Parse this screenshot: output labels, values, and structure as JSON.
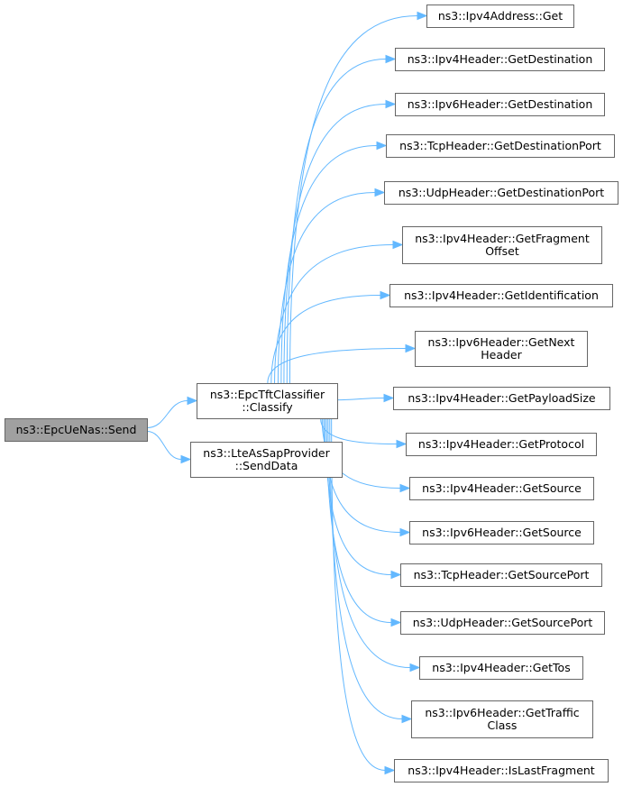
{
  "graph": {
    "root": {
      "id": "send",
      "label": [
        "ns3::EpcUeNas::Send"
      ]
    },
    "level1": [
      {
        "id": "classify",
        "label": [
          "ns3::EpcTftClassifier",
          "::Classify"
        ]
      },
      {
        "id": "senddata",
        "label": [
          "ns3::LteAsSapProvider",
          "::SendData"
        ]
      }
    ],
    "level2": [
      {
        "id": "n01",
        "label": [
          "ns3::Ipv4Address::Get"
        ]
      },
      {
        "id": "n02",
        "label": [
          "ns3::Ipv4Header::GetDestination"
        ]
      },
      {
        "id": "n03",
        "label": [
          "ns3::Ipv6Header::GetDestination"
        ]
      },
      {
        "id": "n04",
        "label": [
          "ns3::TcpHeader::GetDestinationPort"
        ]
      },
      {
        "id": "n05",
        "label": [
          "ns3::UdpHeader::GetDestinationPort"
        ]
      },
      {
        "id": "n06",
        "label": [
          "ns3::Ipv4Header::GetFragment",
          "Offset"
        ]
      },
      {
        "id": "n07",
        "label": [
          "ns3::Ipv4Header::GetIdentification"
        ]
      },
      {
        "id": "n08",
        "label": [
          "ns3::Ipv6Header::GetNext",
          "Header"
        ]
      },
      {
        "id": "n09",
        "label": [
          "ns3::Ipv4Header::GetPayloadSize"
        ]
      },
      {
        "id": "n10",
        "label": [
          "ns3::Ipv4Header::GetProtocol"
        ]
      },
      {
        "id": "n11",
        "label": [
          "ns3::Ipv4Header::GetSource"
        ]
      },
      {
        "id": "n12",
        "label": [
          "ns3::Ipv6Header::GetSource"
        ]
      },
      {
        "id": "n13",
        "label": [
          "ns3::TcpHeader::GetSourcePort"
        ]
      },
      {
        "id": "n14",
        "label": [
          "ns3::UdpHeader::GetSourcePort"
        ]
      },
      {
        "id": "n15",
        "label": [
          "ns3::Ipv4Header::GetTos"
        ]
      },
      {
        "id": "n16",
        "label": [
          "ns3::Ipv6Header::GetTraffic",
          "Class"
        ]
      },
      {
        "id": "n17",
        "label": [
          "ns3::Ipv4Header::IsLastFragment"
        ]
      }
    ],
    "edges": [
      [
        "send",
        "classify"
      ],
      [
        "send",
        "senddata"
      ],
      [
        "classify",
        "n01"
      ],
      [
        "classify",
        "n02"
      ],
      [
        "classify",
        "n03"
      ],
      [
        "classify",
        "n04"
      ],
      [
        "classify",
        "n05"
      ],
      [
        "classify",
        "n06"
      ],
      [
        "classify",
        "n07"
      ],
      [
        "classify",
        "n08"
      ],
      [
        "classify",
        "n09"
      ],
      [
        "classify",
        "n10"
      ],
      [
        "classify",
        "n11"
      ],
      [
        "classify",
        "n12"
      ],
      [
        "classify",
        "n13"
      ],
      [
        "classify",
        "n14"
      ],
      [
        "classify",
        "n15"
      ],
      [
        "classify",
        "n16"
      ],
      [
        "classify",
        "n17"
      ]
    ],
    "colors": {
      "edge": "#63b8ff",
      "node_border": "#666666",
      "root_fill": "#a0a0a0",
      "node_fill": "#ffffff"
    }
  }
}
